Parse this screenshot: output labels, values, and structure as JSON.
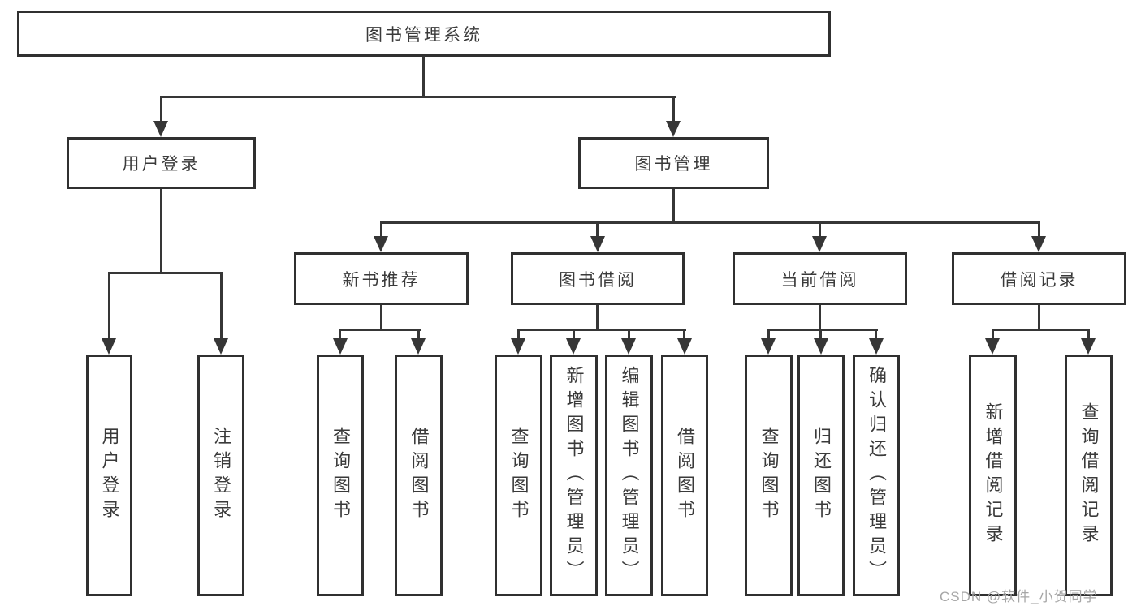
{
  "tree": {
    "root": {
      "label": "图书管理系统"
    },
    "branches": [
      {
        "label": "用户登录",
        "children": [
          {
            "label": "用户登录"
          },
          {
            "label": "注销登录"
          }
        ]
      },
      {
        "label": "图书管理",
        "children": [
          {
            "label": "新书推荐",
            "children": [
              {
                "label": "查询图书"
              },
              {
                "label": "借阅图书"
              }
            ]
          },
          {
            "label": "图书借阅",
            "children": [
              {
                "label": "查询图书"
              },
              {
                "label": "新增图书（管理员）"
              },
              {
                "label": "编辑图书（管理员）"
              },
              {
                "label": "借阅图书"
              }
            ]
          },
          {
            "label": "当前借阅",
            "children": [
              {
                "label": "查询图书"
              },
              {
                "label": "归还图书"
              },
              {
                "label": "确认归还（管理员）"
              }
            ]
          },
          {
            "label": "借阅记录",
            "children": [
              {
                "label": "新增借阅记录"
              },
              {
                "label": "查询借阅记录"
              }
            ]
          }
        ]
      }
    ]
  },
  "watermark": "CSDN @软件_小贺同学",
  "colors": {
    "line": "#363636",
    "box_border": "#303030",
    "text": "#3a3a3a",
    "watermark": "#a6a6a6",
    "background": "#ffffff"
  }
}
